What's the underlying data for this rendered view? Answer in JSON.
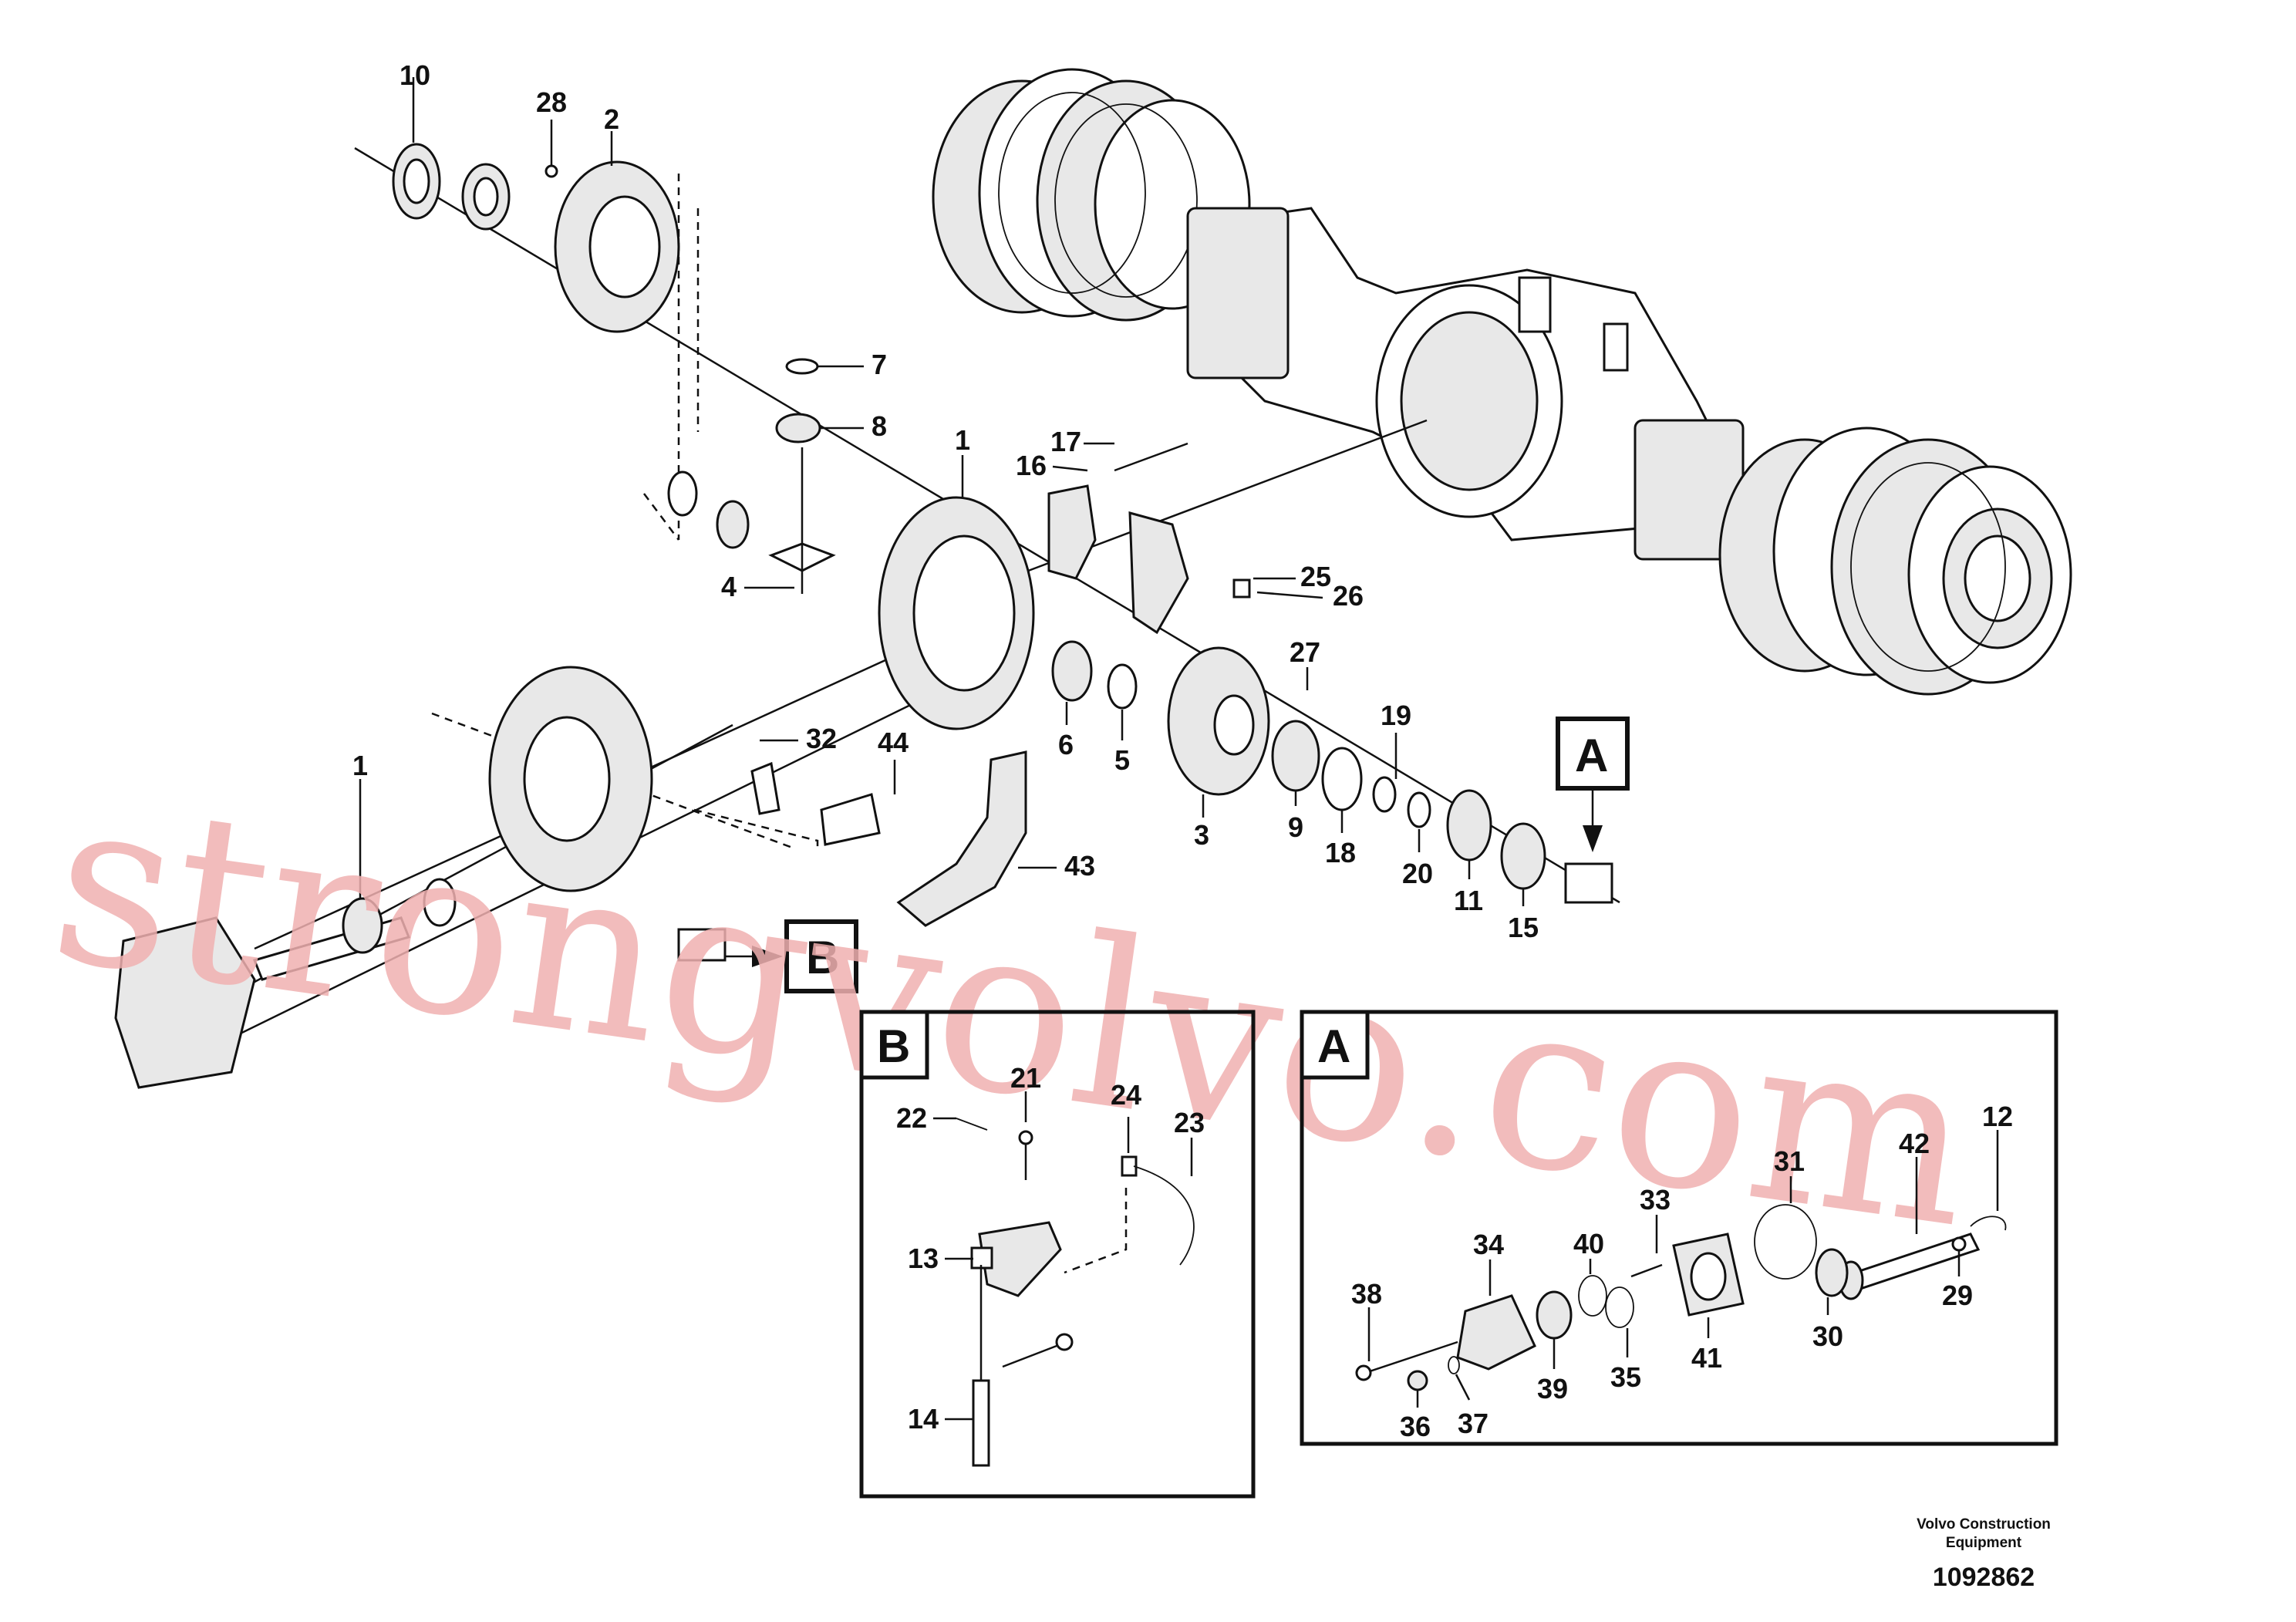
{
  "callouts": {
    "c10": "10",
    "c28": "28",
    "c2": "2",
    "c7": "7",
    "c8": "8",
    "c1a": "1",
    "c17": "17",
    "c16": "16",
    "c4": "4",
    "c25": "25",
    "c26": "26",
    "c27": "27",
    "c6": "6",
    "c5": "5",
    "c3": "3",
    "c9": "9",
    "c19": "19",
    "c18": "18",
    "c20": "20",
    "c11": "11",
    "c15": "15",
    "c32": "32",
    "c44": "44",
    "c1b": "1",
    "c43": "43",
    "b21": "21",
    "b22": "22",
    "b24": "24",
    "b23": "23",
    "b13": "13",
    "b14": "14",
    "a12": "12",
    "a42": "42",
    "a31": "31",
    "a33": "33",
    "a29": "29",
    "a40": "40",
    "a34": "34",
    "a30": "30",
    "a38": "38",
    "a35": "35",
    "a41": "41",
    "a39": "39",
    "a36": "36",
    "a37": "37"
  },
  "view_labels": {
    "a_marker": "A",
    "b_marker": "B",
    "detail_b": "B",
    "detail_a": "A"
  },
  "footer": {
    "credit_line1": "Volvo Construction",
    "credit_line2": "Equipment",
    "doc_number": "1092862"
  },
  "watermark": "strongvolvo.com"
}
